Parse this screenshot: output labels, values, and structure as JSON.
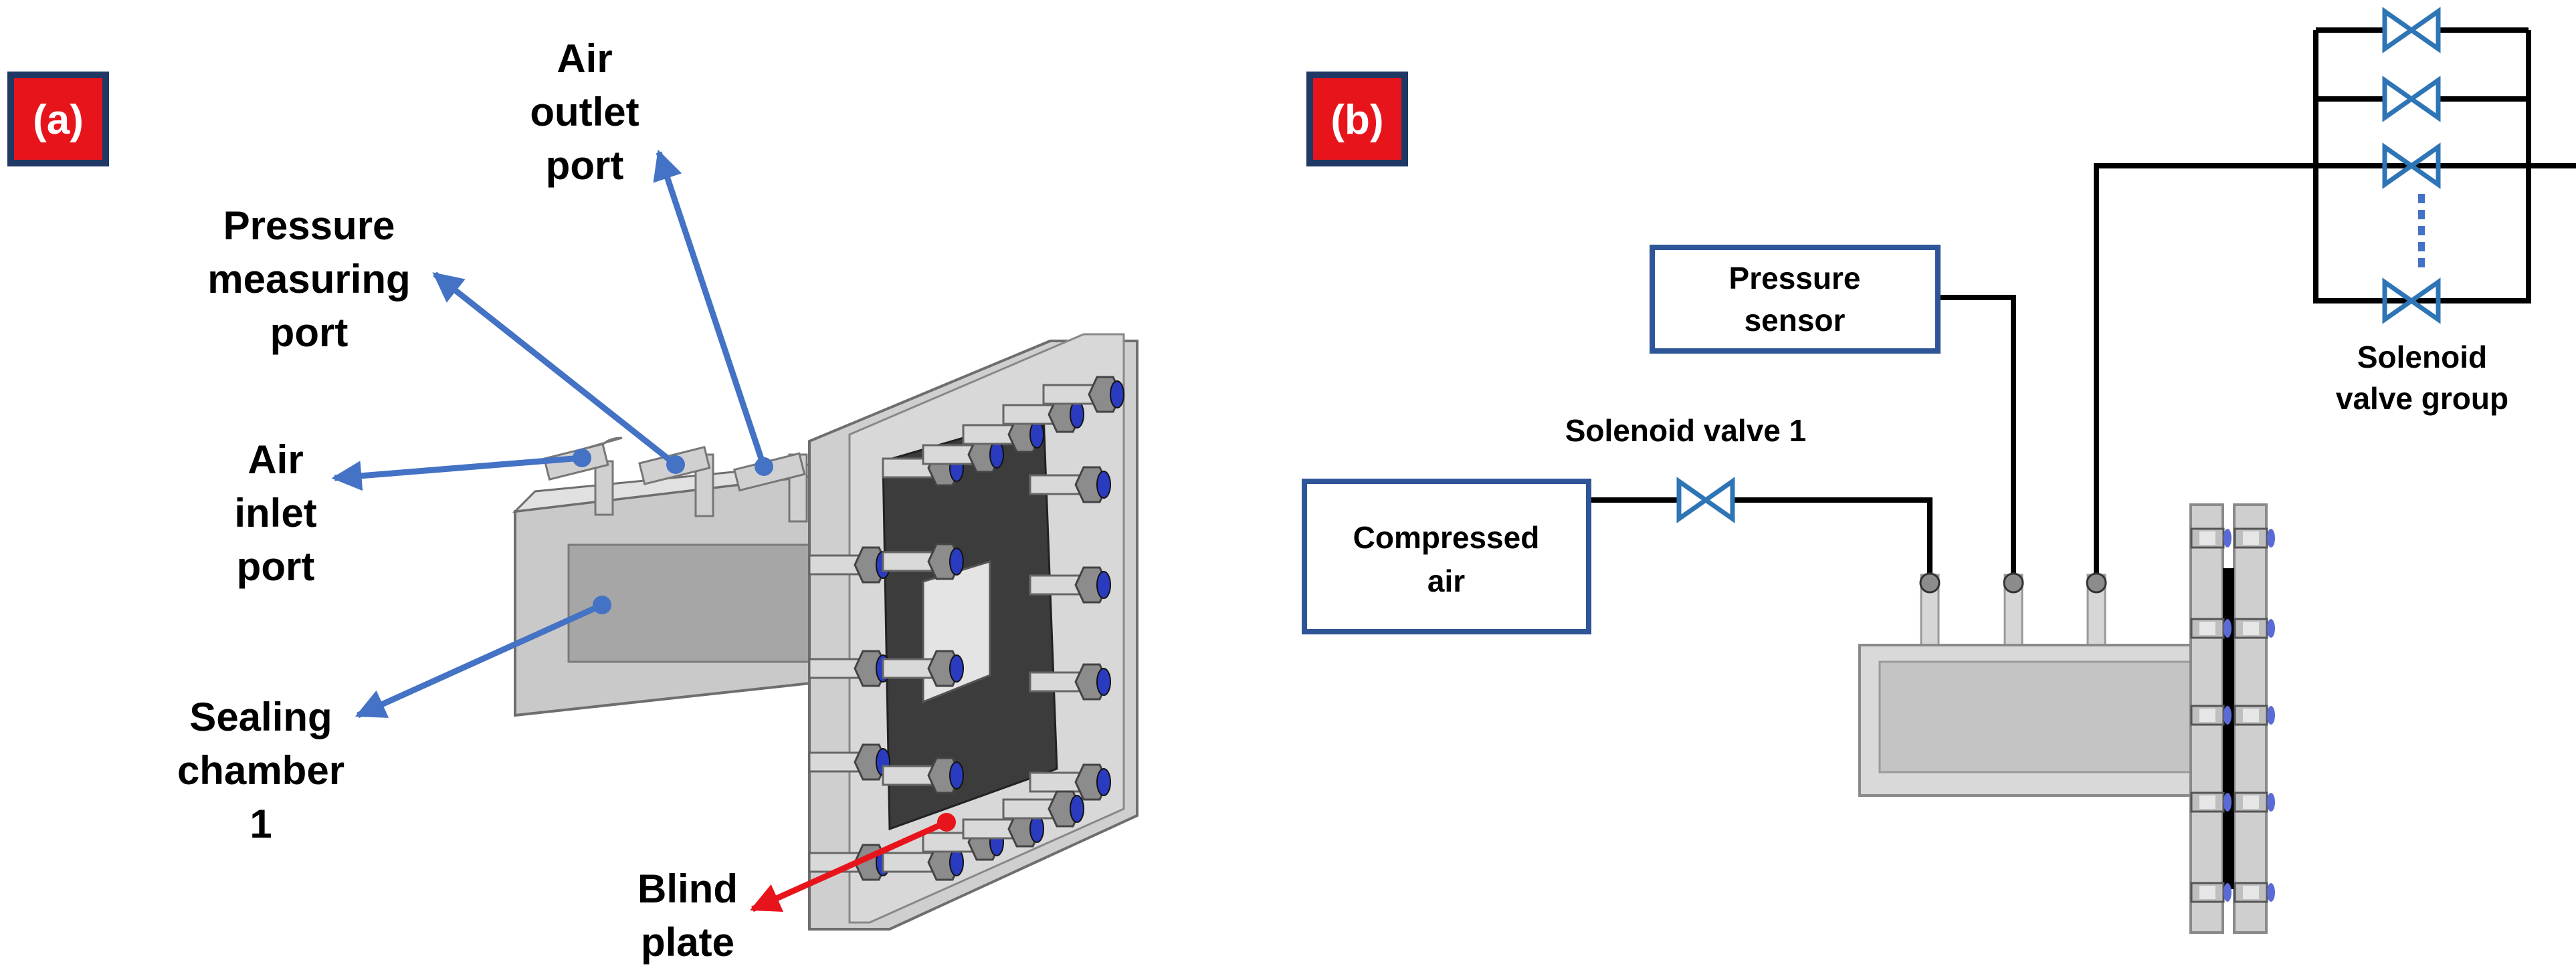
{
  "panel_a": {
    "tag": "(a)",
    "labels": {
      "air_outlet_port": [
        "Air",
        "outlet",
        "port"
      ],
      "pressure_measuring_port": [
        "Pressure",
        "measuring",
        "port"
      ],
      "air_inlet_port": [
        "Air",
        "inlet",
        "port"
      ],
      "sealing_chamber": [
        "Sealing",
        "chamber",
        "1"
      ],
      "blind_plate": [
        "Blind",
        "plate"
      ]
    }
  },
  "panel_b": {
    "tag": "(b)",
    "boxes": {
      "pressure_sensor": [
        "Pressure",
        "sensor"
      ],
      "compressed_air": [
        "Compressed",
        "air"
      ]
    },
    "labels": {
      "solenoid_valve_1": "Solenoid valve 1",
      "solenoid_valve_group": [
        "Solenoid",
        "valve group"
      ]
    }
  },
  "colors": {
    "tag_fill": "#e8141c",
    "tag_border": "#1f3864",
    "leader_blue": "#4472c4",
    "leader_red": "#e8141c",
    "box_border": "#2e5597",
    "valve_blue": "#2e75b6",
    "pipe_black": "#000000",
    "body_gray": "#c8c8c8"
  }
}
